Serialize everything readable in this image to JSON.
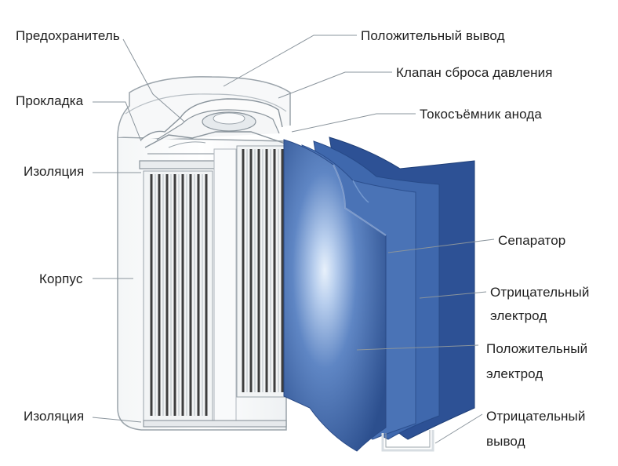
{
  "diagram": {
    "labels": {
      "fuse": "Предохранитель",
      "positive_terminal": "Положительный вывод",
      "gasket": "Прокладка",
      "pressure_valve": "Клапан сброса давления",
      "anode_collector": "Токосъёмник анода",
      "insulation_top": "Изоляция",
      "separator": "Сепаратор",
      "case": "Корпус",
      "negative_electrode_1": "Отрицательный",
      "negative_electrode_2": "электрод",
      "positive_electrode_1": "Положительный",
      "positive_electrode_2": "электрод",
      "insulation_bottom": "Изоляция",
      "negative_terminal_1": "Отрицательный",
      "negative_terminal_2": "вывод"
    },
    "colors": {
      "case_outline": "#9aa3aa",
      "electrode_blue": "#3a66a8",
      "electrode_dark": "#2a4f8f",
      "glow": "#cfe0f5",
      "strip_dark": "#4a4a4a",
      "leader_line": "#8a949c"
    }
  }
}
